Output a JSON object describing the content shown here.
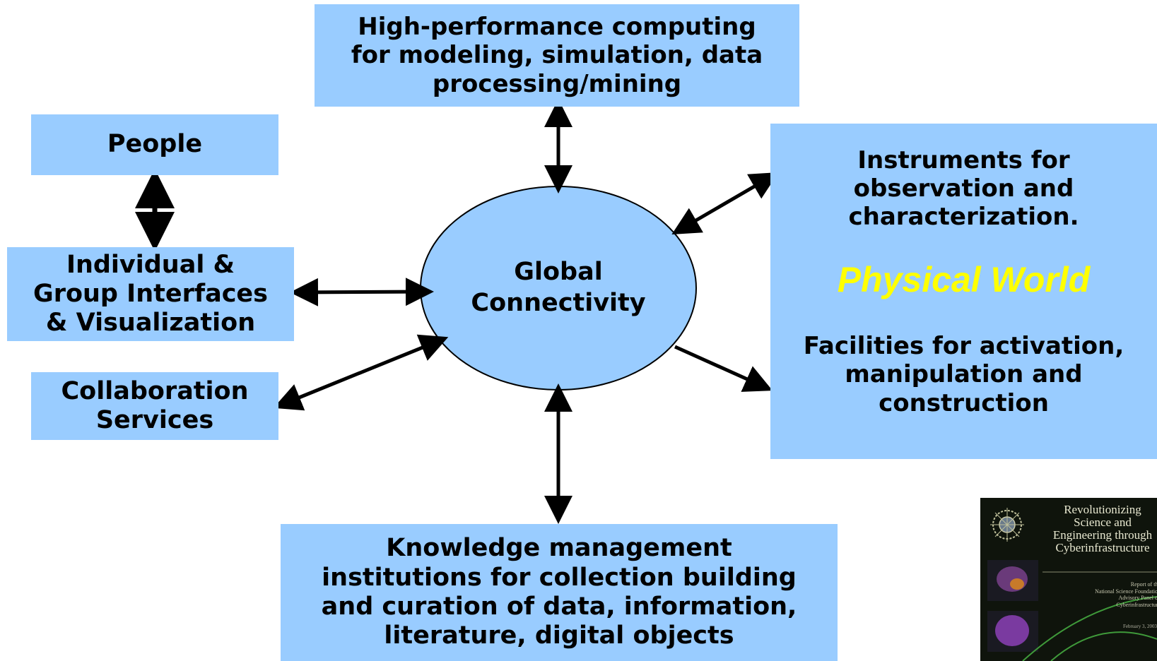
{
  "nodes": {
    "hpc": [
      "High-performance computing",
      "for modeling, simulation, data",
      "processing/mining"
    ],
    "people": [
      "People"
    ],
    "interfaces": [
      "Individual &",
      "Group Interfaces",
      "& Visualization"
    ],
    "collaboration": [
      "Collaboration",
      "Services"
    ],
    "center": [
      "Global",
      "Connectivity"
    ],
    "instruments": [
      "Instruments for",
      "observation and",
      "characterization."
    ],
    "physical_world": "Physical World",
    "facilities": [
      "Facilities for activation,",
      "manipulation and",
      "construction"
    ],
    "knowledge": [
      "Knowledge management",
      "institutions for collection building",
      "and curation of data, information,",
      "literature, digital objects"
    ]
  },
  "report_cover": {
    "title": [
      "Revolutionizing",
      "Science and",
      "Engineering through",
      "Cyberinfrastructure"
    ],
    "subtitle": [
      "Report of the",
      "National Science Foundation",
      "Advisory Panel on",
      "Cyberinfrastructure"
    ],
    "date": "February 3, 2003"
  },
  "colors": {
    "box_fill": "#99ccff",
    "physical_world_text": "#ffff00",
    "arrow": "#000000"
  }
}
